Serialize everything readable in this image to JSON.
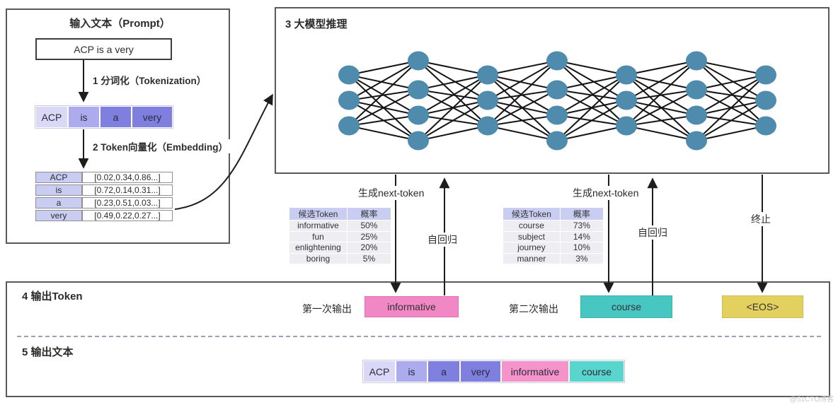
{
  "panel_prompt": {
    "title": "输入文本（Prompt）",
    "input_text": "ACP is a very",
    "step1_label": "1 分词化（Tokenization）",
    "step2_label": "2 Token向量化（Embedding）",
    "tokens": [
      {
        "text": "ACP",
        "color": "#d9d9f7"
      },
      {
        "text": "is",
        "color": "#ababed"
      },
      {
        "text": "a",
        "color": "#7f7fe0"
      },
      {
        "text": "very",
        "color": "#7f7fe0"
      }
    ],
    "embedding_rows": [
      {
        "token": "ACP",
        "vector": "[0.02,0.34,0.86...]"
      },
      {
        "token": "is",
        "vector": "[0.72,0.14,0.31...]"
      },
      {
        "token": "a",
        "vector": "[0.23,0.51,0.03...]"
      },
      {
        "token": "very",
        "vector": "[0.49,0.22,0.27...]"
      }
    ]
  },
  "panel_model": {
    "title": "3 大模型推理",
    "network": {
      "columns": [
        3,
        4,
        3,
        4,
        3,
        4,
        3
      ],
      "node_color": "#4e8bad",
      "edge_color": "#141414"
    }
  },
  "inference": {
    "generate_label_1": "生成next-token",
    "generate_label_2": "生成next-token",
    "autoregressive_label_1": "自回归",
    "autoregressive_label_2": "自回归",
    "terminate_label": "终止",
    "candidate_table_1": {
      "headers": [
        "候选Token",
        "概率"
      ],
      "rows": [
        [
          "informative",
          "50%"
        ],
        [
          "fun",
          "25%"
        ],
        [
          "enlightening",
          "20%"
        ],
        [
          "boring",
          "5%"
        ]
      ]
    },
    "candidate_table_2": {
      "headers": [
        "候选Token",
        "概率"
      ],
      "rows": [
        [
          "course",
          "73%"
        ],
        [
          "subject",
          "14%"
        ],
        [
          "journey",
          "10%"
        ],
        [
          "manner",
          "3%"
        ]
      ]
    }
  },
  "panel_output": {
    "token_section_title": "4 输出Token",
    "first_output_label": "第一次输出",
    "first_output_token": {
      "text": "informative",
      "color": "#f287c5",
      "border": "#e070b4"
    },
    "second_output_label": "第二次输出",
    "second_output_token": {
      "text": "course",
      "color": "#48c7c2",
      "border": "#39b3ae"
    },
    "eos_token": {
      "text": "<EOS>",
      "color": "#e3d15f",
      "border": "#cfbd4d"
    },
    "text_section_title": "5 输出文本",
    "output_sequence": [
      {
        "text": "ACP",
        "color": "#d9d9f7"
      },
      {
        "text": "is",
        "color": "#ababed"
      },
      {
        "text": "a",
        "color": "#7f7fe0"
      },
      {
        "text": "very",
        "color": "#7f7fe0"
      },
      {
        "text": "informative",
        "color": "#f494ca"
      },
      {
        "text": "course",
        "color": "#58d5cd"
      }
    ]
  },
  "watermark": "@51CTO博客"
}
